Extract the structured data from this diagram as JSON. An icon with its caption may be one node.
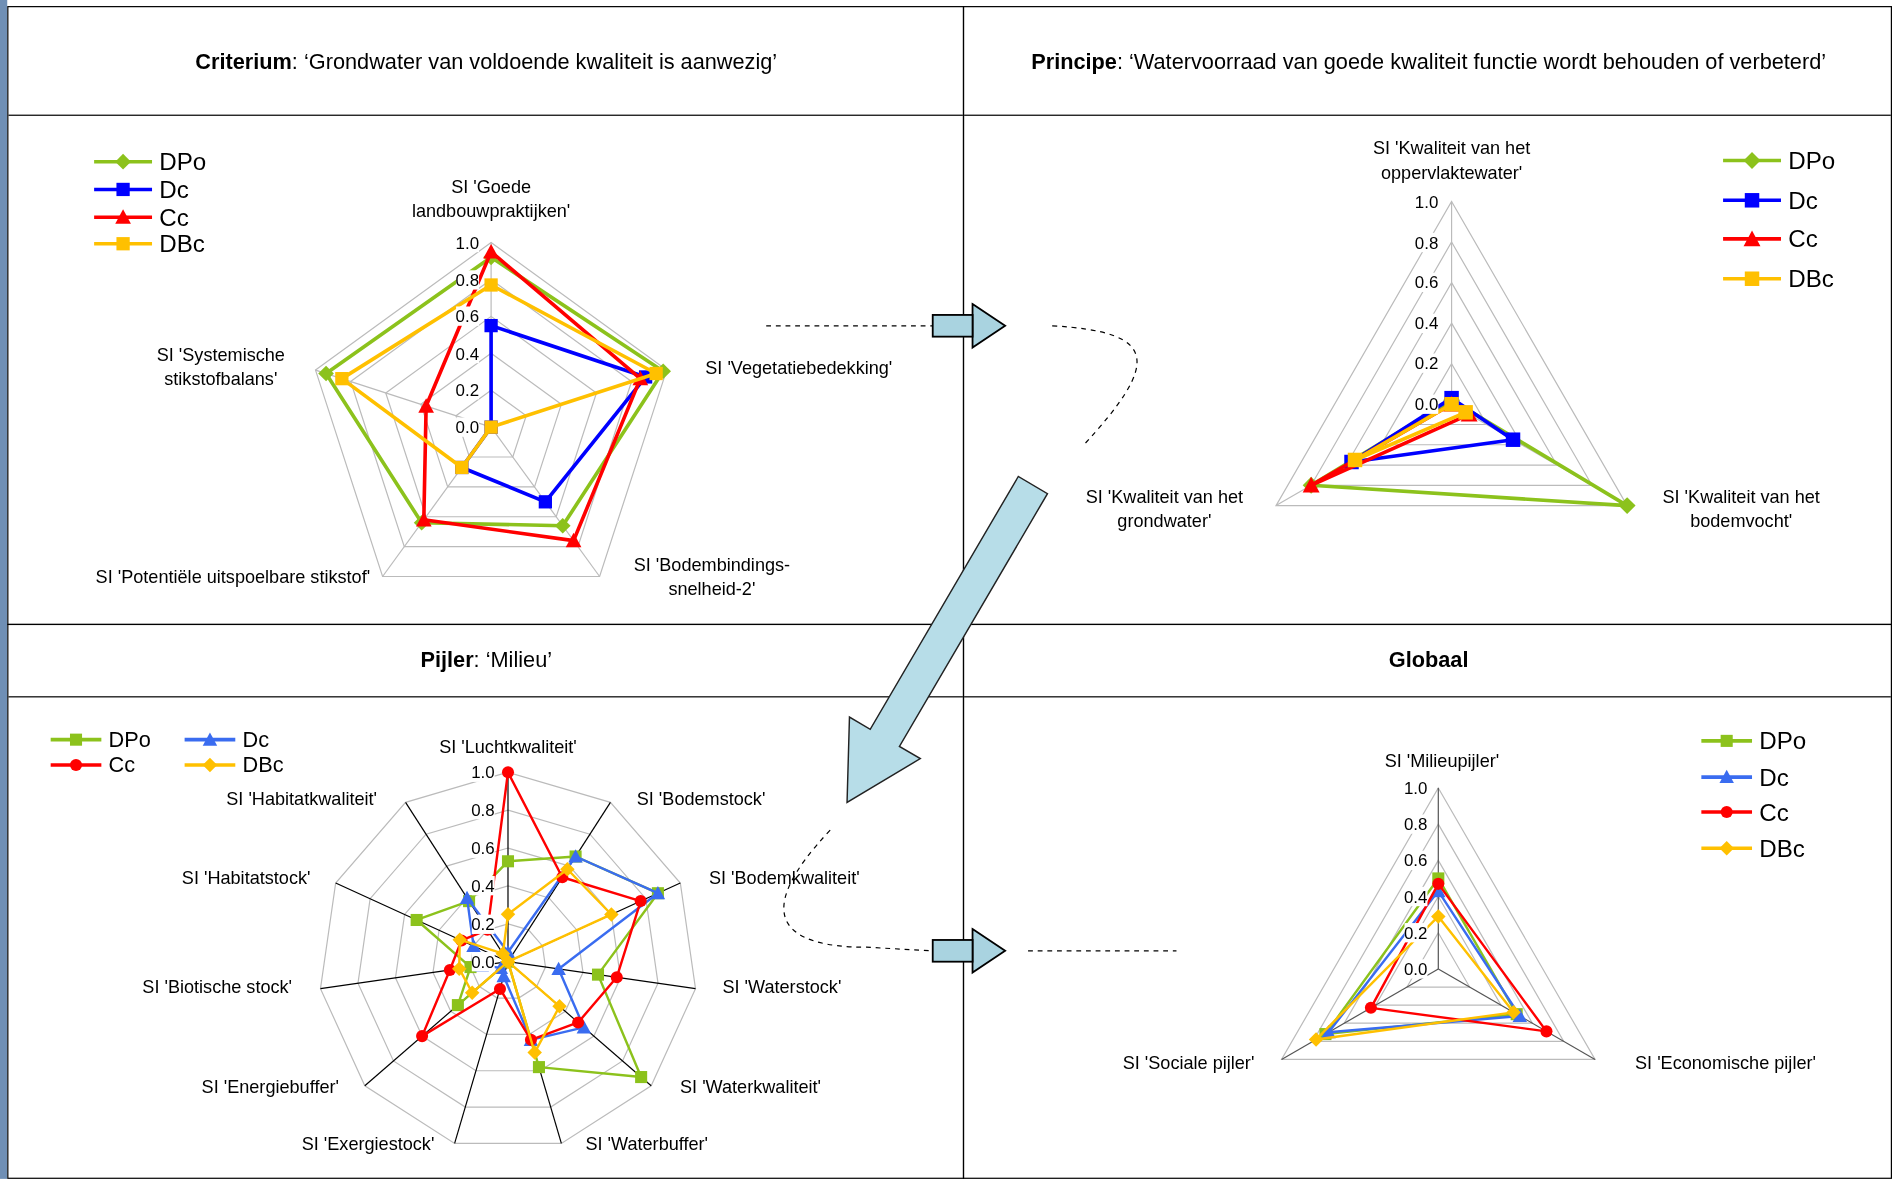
{
  "diagram": {
    "nodes": [
      {
        "text": [
          "**Criterium**: ‘Grondwater van voldoende kwaliteit is aanwezig’"
        ]
      },
      {
        "text": [
          "**Principe**: ‘Watervoorraad van goede kwaliteit functie wordt behouden of verbeterd’"
        ]
      },
      {
        "text": [
          "**Pijler**: ‘Milieu’"
        ]
      },
      {
        "text": [
          "Globaal"
        ]
      }
    ],
    "edges": [
      {
        "from": 0,
        "to": 1,
        "arrow": "to"
      },
      {
        "from": 1,
        "to": 2,
        "arrow": "to"
      },
      {
        "from": 2,
        "to": 3,
        "arrow": "to"
      }
    ],
    "labels": [
      "SI 'Goede landbouwpraktijken'",
      "SI 'Vegetatiebedekking'",
      "SI 'Bodembindings-snelheid-2'",
      "SI 'Potentiële uitspoelbare stikstof'",
      "SI 'Systemische stikstofbalans'",
      "1.0",
      "0.8",
      "0.6",
      "0.4",
      "0.2",
      "0.0",
      "SI 'Kwaliteit van het oppervlaktewater'",
      "SI 'Kwaliteit van het bodemvocht'",
      "SI 'Kwaliteit van het grondwater'",
      "1.0",
      "0.8",
      "0.6",
      "0.4",
      "0.2",
      "0.0",
      "SI 'Luchtkwaliteit'",
      "SI 'Bodemstock'",
      "SI 'Bodemkwaliteit'",
      "SI 'Waterstock'",
      "SI 'Waterkwaliteit'",
      "SI 'Waterbuffer'",
      "SI 'Exergiestock'",
      "SI 'Energiebuffer'",
      "SI 'Biotische stock'",
      "SI 'Habitatstock'",
      "SI 'Habitatkwaliteit'",
      "1.0",
      "0.8",
      "0.6",
      "0.4",
      "0.2",
      "0.0",
      "SI 'Milieupijler'",
      "SI 'Economische pijler'",
      "SI 'Sociale pijler'",
      "1.0",
      "0.8",
      "0.6",
      "0.4",
      "0.2",
      "0.0"
    ],
    "legend": [
      {
        "text": "DPo"
      },
      {
        "text": "Dc"
      },
      {
        "text": "Cc"
      },
      {
        "text": "DBc"
      },
      {
        "text": "DPo"
      },
      {
        "text": "Dc"
      },
      {
        "text": "Cc"
      },
      {
        "text": "DBc"
      },
      {
        "text": "DPo"
      },
      {
        "text": "Dc"
      },
      {
        "text": "Cc"
      },
      {
        "text": "DBc"
      },
      {
        "text": "DPo"
      },
      {
        "text": "Dc"
      },
      {
        "text": "Cc"
      },
      {
        "text": "DBc"
      }
    ]
  }
}
